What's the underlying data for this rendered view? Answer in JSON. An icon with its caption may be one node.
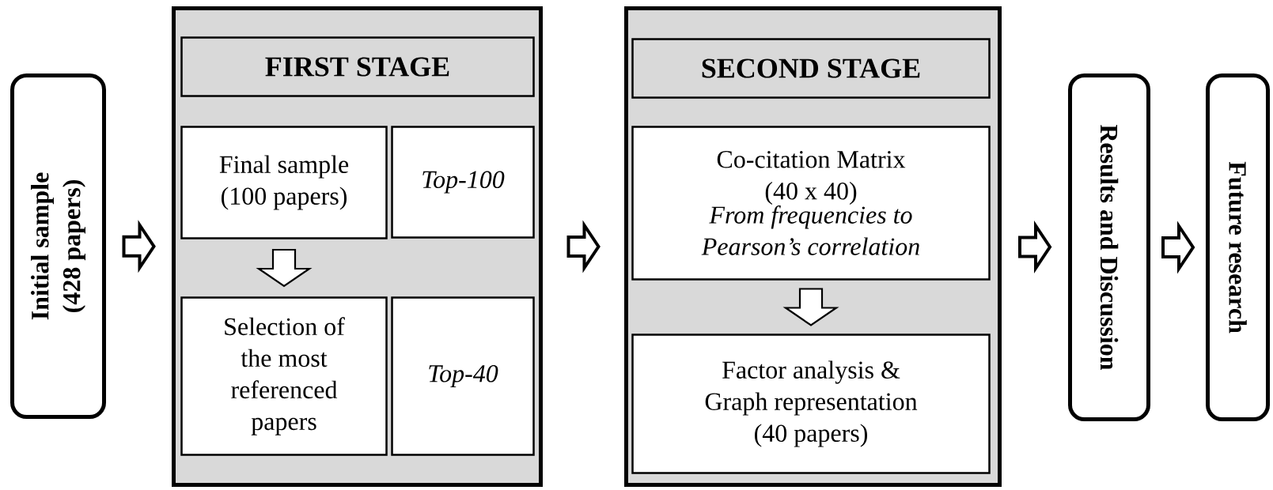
{
  "diagram": {
    "nodes": [
      {
        "text": [
          "Initial sample (428 papers)"
        ]
      },
      {
        "text": [],
        "shape": "box"
      },
      {
        "text": [
          "FIRST STAGE"
        ],
        "in": 1
      },
      {
        "text": [
          "Final sample (100 papers)"
        ],
        "in": 1
      },
      {
        "text": [
          "Top-100"
        ],
        "in": 1
      },
      {
        "text": [
          "Selection of the most referenced papers"
        ],
        "in": 1
      },
      {
        "text": [
          "Top-40"
        ],
        "in": 1
      },
      {
        "text": [],
        "shape": "box"
      },
      {
        "text": [
          "SECOND STAGE"
        ],
        "in": 7
      },
      {
        "text": [
          "Co-citation Matrix (40 x 40)",
          "From frequencies to Pearson’s correlation"
        ],
        "in": 7
      },
      {
        "text": [
          "Factor analysis & Graph representation (40 papers)"
        ],
        "in": 7
      },
      {
        "text": [
          "Results and Discussion"
        ]
      },
      {
        "text": [
          "Future research"
        ]
      }
    ],
    "edges": [
      {
        "from": 0,
        "to": 1,
        "arrow": "to"
      },
      {
        "from": 3,
        "to": 5,
        "arrow": "to"
      },
      {
        "from": 1,
        "to": 7,
        "arrow": "to"
      },
      {
        "from": 9,
        "to": 10,
        "arrow": "to"
      },
      {
        "from": 7,
        "to": 11,
        "arrow": "to"
      },
      {
        "from": 11,
        "to": 12,
        "arrow": "to"
      }
    ]
  }
}
